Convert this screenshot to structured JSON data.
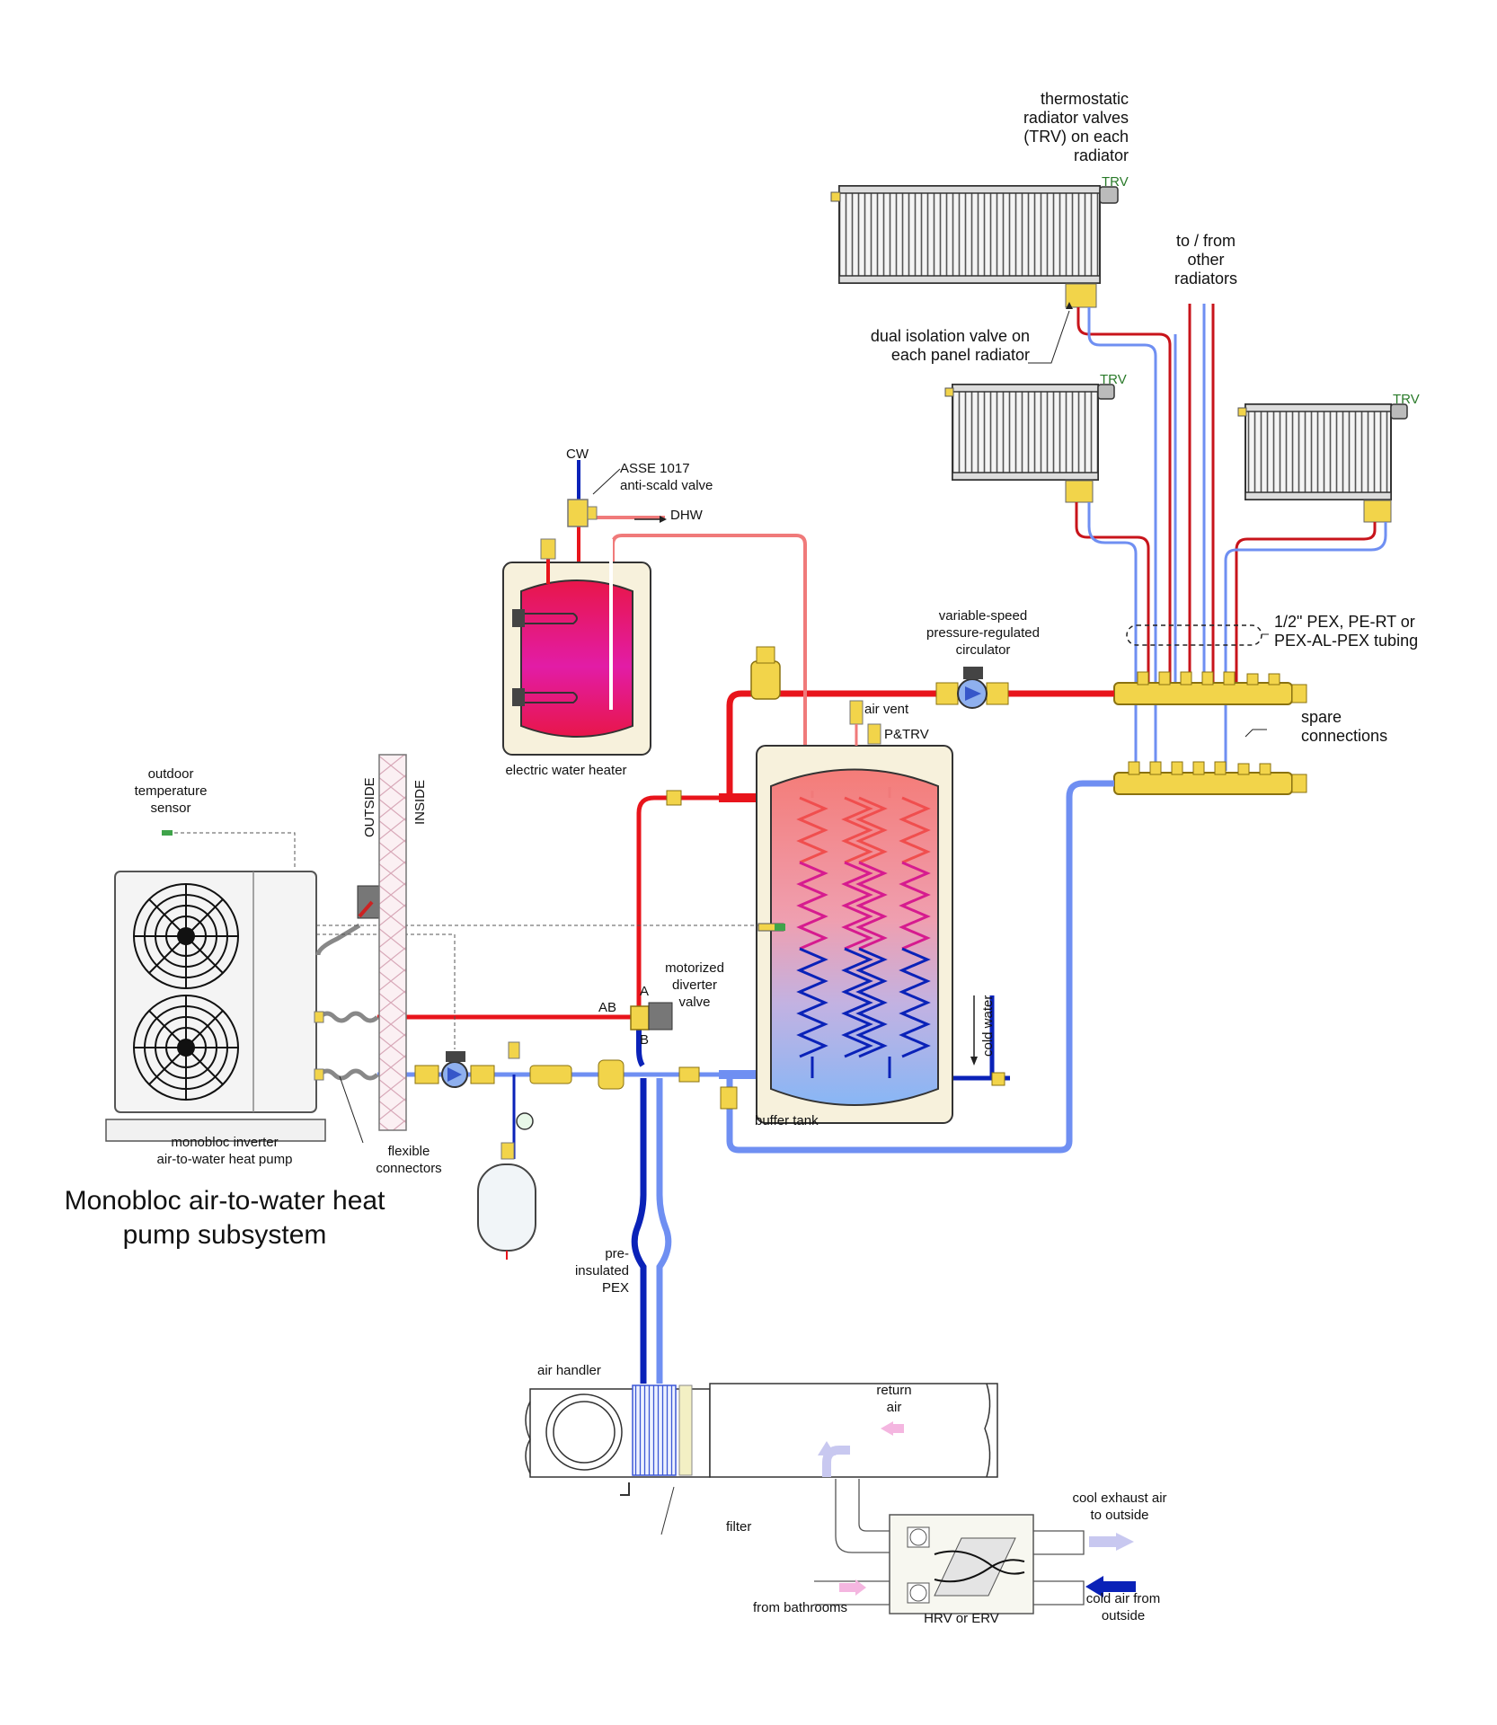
{
  "labels": {
    "thermostatic": "thermostatic\nradiator valves\n(TRV) on each\nradiator",
    "trv": "TRV",
    "to_from": "to / from\nother\nradiators",
    "dual_isolation": "dual isolation valve on\neach panel radiator",
    "cw": "CW",
    "asse": "ASSE 1017\nanti-scald valve",
    "dhw": "DHW",
    "pex_tubing": "1/2\" PEX, PE-RT or\nPEX-AL-PEX tubing",
    "circulator": "variable-speed\npressure-regulated\ncirculator",
    "air_vent": "air vent",
    "ptrv": "P&TRV",
    "spare": "spare\nconnections",
    "electric_heater": "electric water heater",
    "outdoor_sensor": "outdoor\ntemperature\nsensor",
    "outside": "OUTSIDE",
    "inside": "INSIDE",
    "motorized": "motorized\ndiverter\nvalve",
    "port_a": "A",
    "port_ab": "AB",
    "port_b": "B",
    "cold_water": "cold water",
    "buffer_tank": "buffer tank",
    "heat_pump": "monobloc inverter\nair-to-water heat pump",
    "flexible": "flexible\nconnectors",
    "title": "Monobloc air-to-water heat\npump subsystem",
    "pre_insulated": "pre-\ninsulated\nPEX",
    "air_handler": "air handler",
    "return_air": "return\nair",
    "filter": "filter",
    "cool_exhaust": "cool exhaust air\nto outside",
    "cold_air": "cold air from\noutside",
    "from_bathrooms": "from bathrooms",
    "hrv": "HRV or ERV"
  },
  "colors": {
    "supply": "#e8141b",
    "return": "#6f8ff2",
    "dark_blue": "#0a22b8",
    "brass": "#f2d44a",
    "tank_hot": "#f0787a",
    "tank_cold": "#8fb9f4",
    "heater_magenta": "#e01e8c",
    "enclosure": "#f7f1dc",
    "trv_text": "#2a7a2a"
  }
}
